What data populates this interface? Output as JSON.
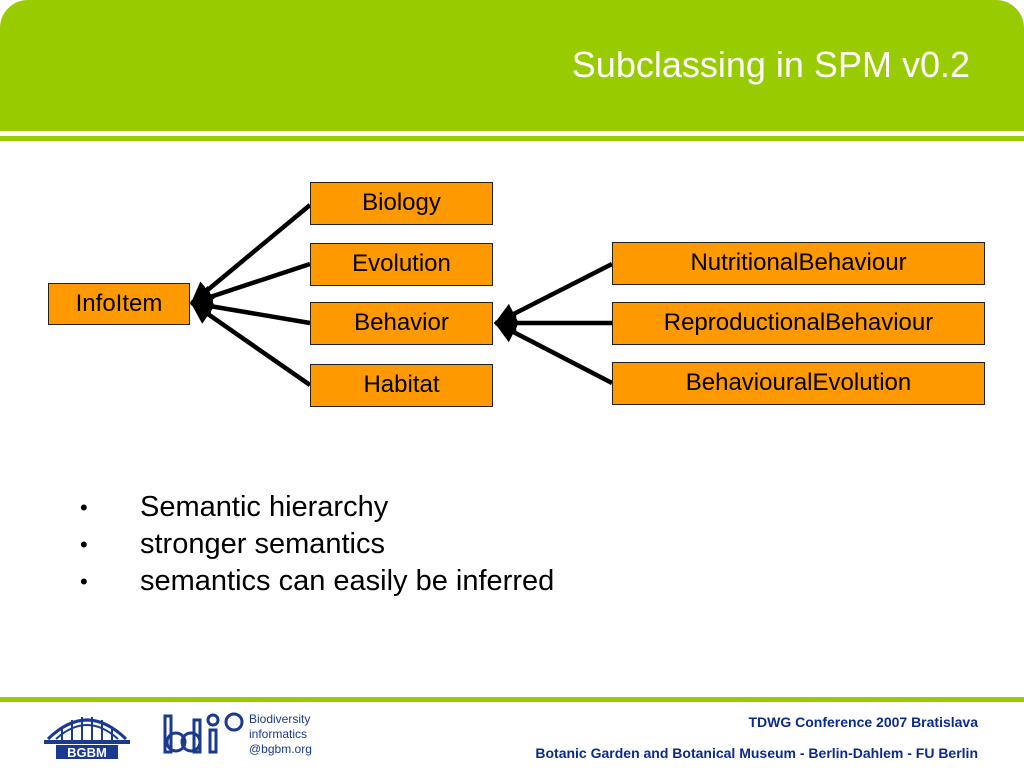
{
  "title": "Subclassing in SPM v0.2",
  "diagram": {
    "nodes": {
      "infoitem": "InfoItem",
      "biology": "Biology",
      "evolution": "Evolution",
      "behavior": "Behavior",
      "habitat": "Habitat",
      "nutritional": "NutritionalBehaviour",
      "reproductional": "ReproductionalBehaviour",
      "behavioural_evolution": "BehaviouralEvolution"
    },
    "edges": [
      {
        "from": "biology",
        "to": "infoitem"
      },
      {
        "from": "evolution",
        "to": "infoitem"
      },
      {
        "from": "behavior",
        "to": "infoitem"
      },
      {
        "from": "habitat",
        "to": "infoitem"
      },
      {
        "from": "nutritional",
        "to": "behavior"
      },
      {
        "from": "reproductional",
        "to": "behavior"
      },
      {
        "from": "behavioural_evolution",
        "to": "behavior"
      }
    ],
    "box_color": "#ff9900"
  },
  "bullets": [
    "Semantic hierarchy",
    "stronger semantics",
    "semantics can easily be inferred"
  ],
  "footer": {
    "line1": "TDWG Conference 2007 Bratislava",
    "line2": "Botanic Garden and Botanical Museum - Berlin-Dahlem - FU Berlin"
  },
  "logos": {
    "bgbm": "BGBM",
    "bdi_lines": [
      "Biodiversity",
      "informatics",
      "@bgbm.org"
    ]
  },
  "colors": {
    "accent": "#99cc00",
    "footer_text": "#0b2a8c"
  }
}
